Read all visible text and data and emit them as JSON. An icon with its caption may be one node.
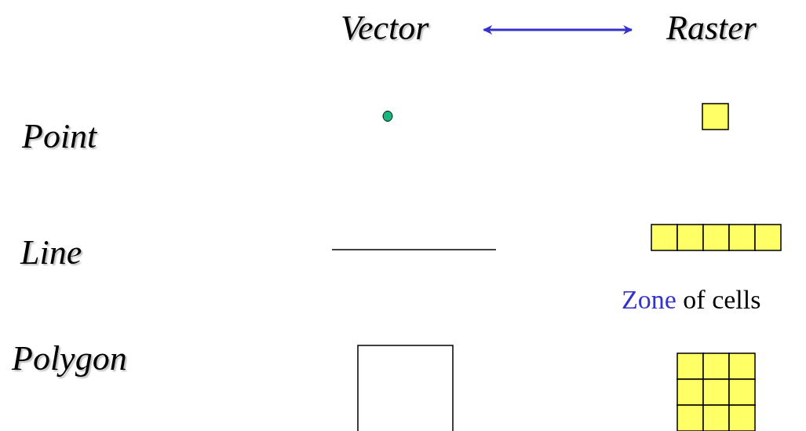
{
  "diagram": {
    "nodes": [
      {
        "text": [
          "Vector"
        ]
      },
      {
        "text": [
          "Raster"
        ]
      }
    ],
    "edges": [
      {
        "from": 0,
        "to": 1,
        "arrow": "both",
        "color": "#3333cc"
      }
    ],
    "labels": [
      "Point",
      "Line",
      "Zone of cells",
      "Polygon"
    ]
  }
}
